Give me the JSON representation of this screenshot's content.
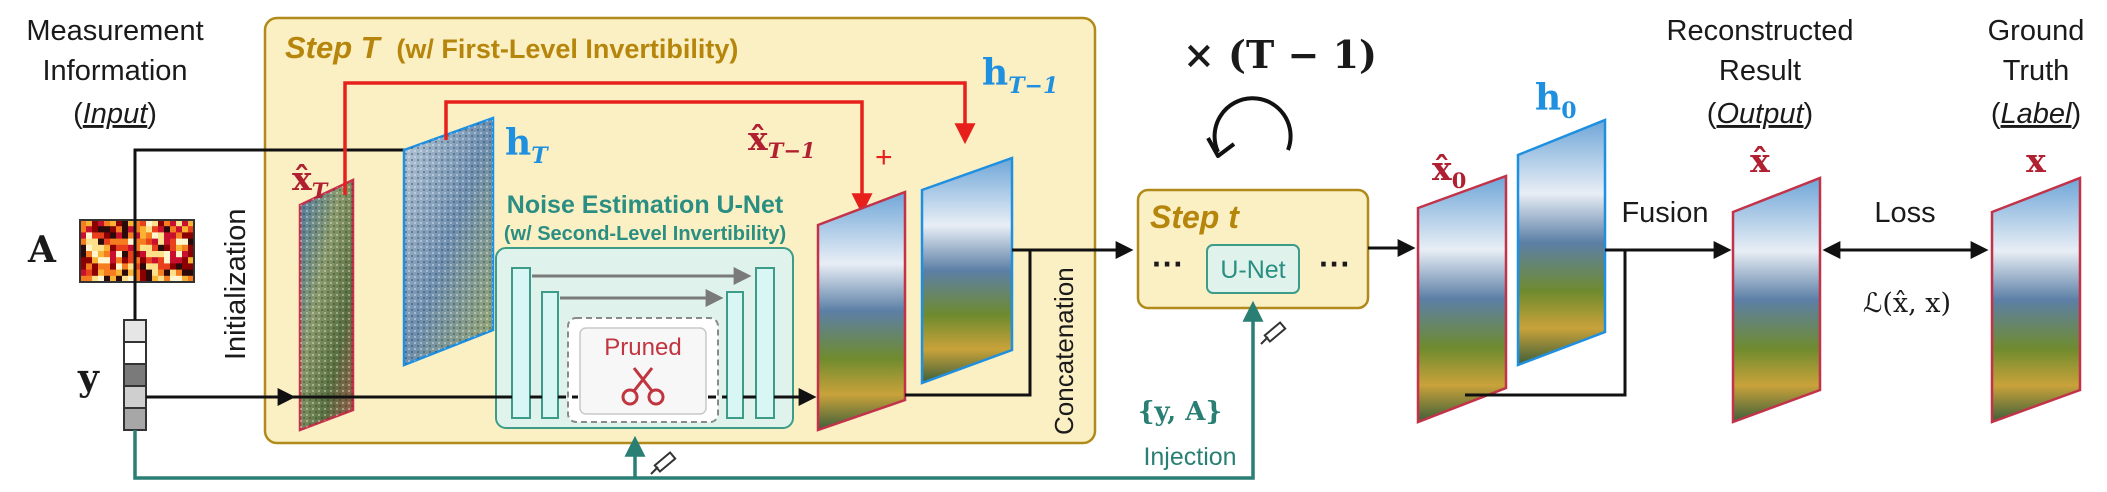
{
  "input_block": {
    "line1": "Measurement",
    "line2": "Information",
    "role": "Input",
    "matrix_symbol": "A",
    "vector_symbol": "y"
  },
  "init_label": "Initialization",
  "step_T": {
    "title_step": "Step T",
    "title_rest": "(w/ First-Level Invertibility)",
    "x_T": "x̂",
    "x_T_sub": "T",
    "h_T": "h",
    "h_T_sub": "T",
    "x_T1": "x̂",
    "x_T1_sub": "T−1",
    "plus": "+",
    "h_T1": "h",
    "h_T1_sub": "T−1",
    "unet_title": "Noise Estimation U-Net",
    "unet_subtitle": "(w/ Second-Level Invertibility)",
    "pruned": "Pruned",
    "concat": "Concatenation"
  },
  "repeat_label": "× (T − 1)",
  "step_t": {
    "title": "Step t",
    "dots": "···",
    "unet": "U-Net"
  },
  "injection": {
    "set": "{y, A}",
    "label": "Injection"
  },
  "outputs": {
    "x0": "x̂",
    "x0_sub": "0",
    "h0": "h",
    "h0_sub": "0",
    "fusion": "Fusion",
    "rec_line1": "Reconstructed",
    "rec_line2": "Result",
    "rec_role": "Output",
    "xhat": "x̂",
    "loss": "Loss",
    "loss_expr": "ℒ(x̂, x)",
    "gt_line1": "Ground",
    "gt_line2": "Truth",
    "gt_role": "Label",
    "x": "x"
  },
  "colors": {
    "step_fill": "#fbefc4",
    "step_stroke": "#b08a1a",
    "red": "#e8201c",
    "blue": "#1f8fe0",
    "teal": "#2a7f74",
    "unet_fill": "#dff3ec",
    "unet_block": "#d8f6f3",
    "dark_red": "#b02030"
  }
}
